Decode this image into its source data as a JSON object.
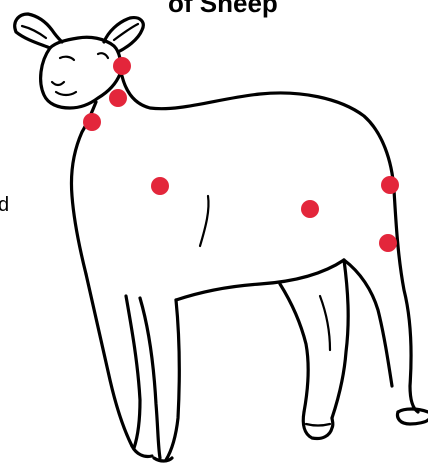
{
  "diagram": {
    "title_fragment": "of Sheep",
    "side_text_fragment": "d",
    "marker_color": "#e3263b",
    "outline_color": "#000000",
    "subject": "sheep-outline",
    "markers": [
      {
        "name": "marker-jaw"
      },
      {
        "name": "marker-throat"
      },
      {
        "name": "marker-neck"
      },
      {
        "name": "marker-shoulder"
      },
      {
        "name": "marker-flank"
      },
      {
        "name": "marker-hip"
      },
      {
        "name": "marker-thigh"
      }
    ]
  }
}
